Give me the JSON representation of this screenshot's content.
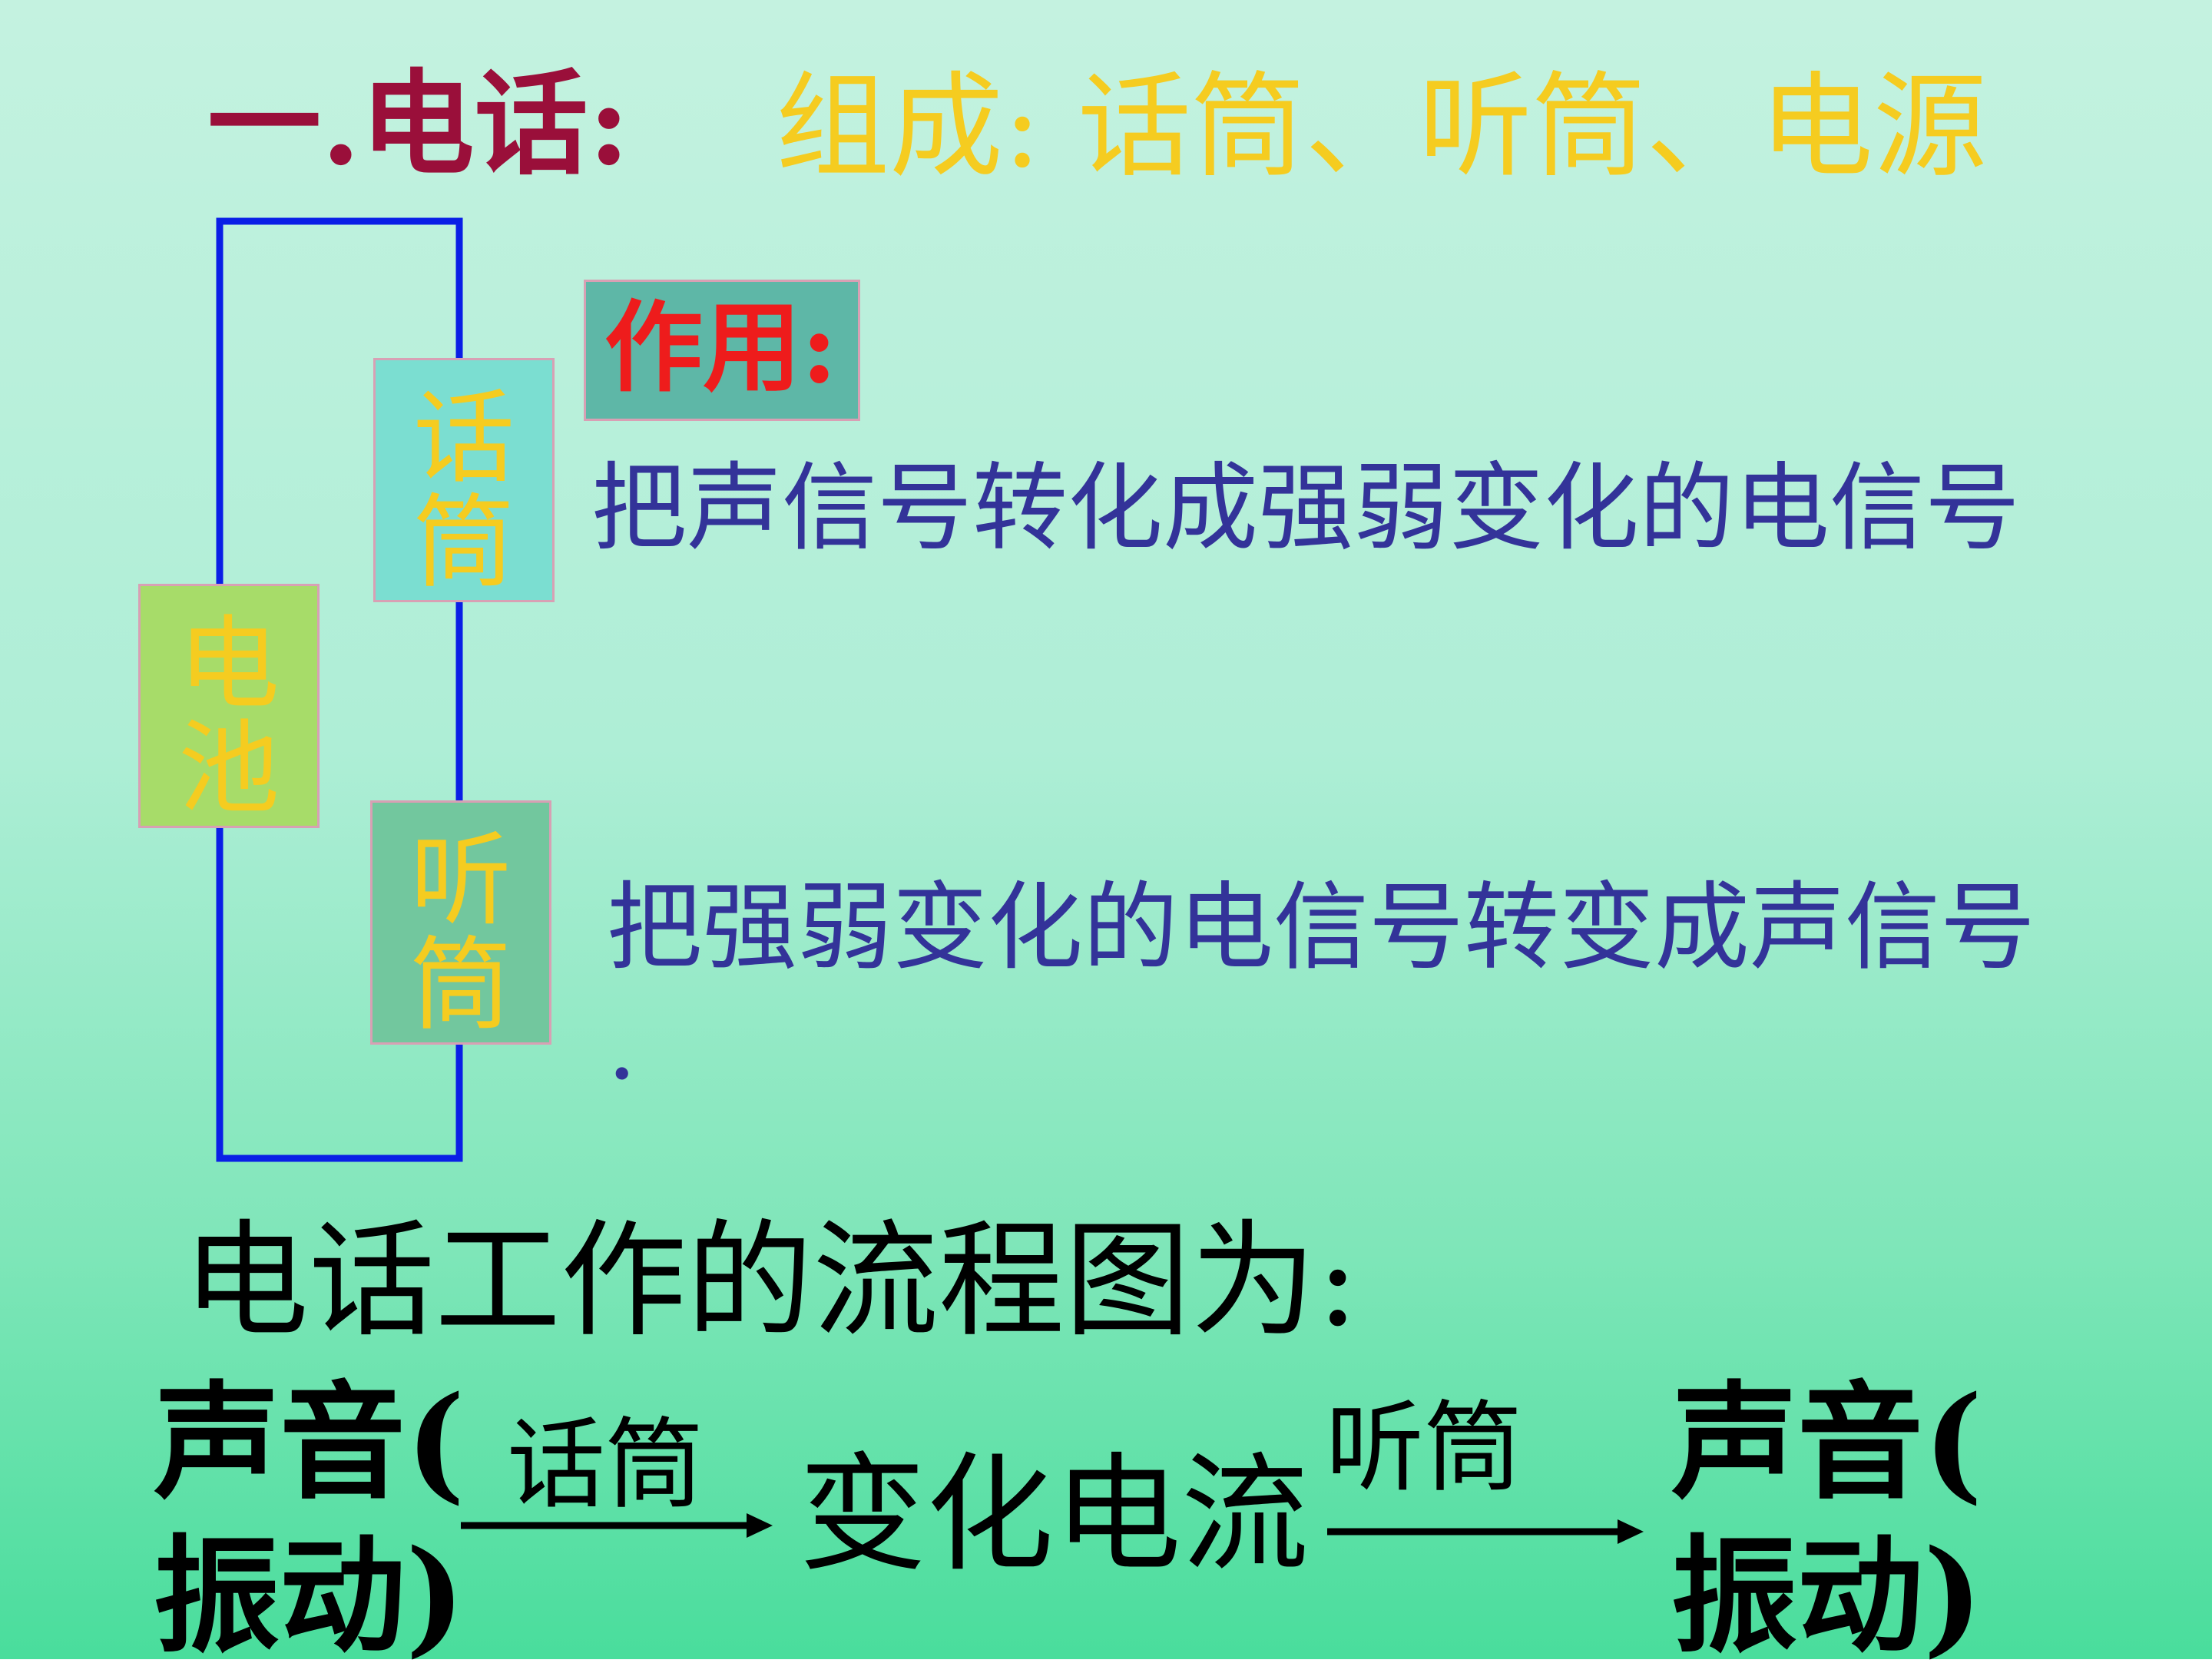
{
  "heading": {
    "title": "一.电话:",
    "composition": "组成:  话筒、听筒、电源"
  },
  "circuit": {
    "microphone": [
      "话",
      "筒"
    ],
    "battery": [
      "电",
      "池"
    ],
    "receiver": [
      "听",
      "筒"
    ]
  },
  "role": {
    "label": "作用:",
    "microphone_desc": "把声信号转化成强弱变化的电信号",
    "receiver_desc": "把强弱变化的电信号转变成声信号",
    "receiver_desc_end": "."
  },
  "flow": {
    "title": "电话工作的流程图为:",
    "source_line1": "声音(",
    "source_line2": "振动)",
    "arrow1_label": "话筒",
    "middle": "变化电流",
    "arrow2_label": "听筒",
    "target_line1": "声音(",
    "target_line2": "振动)"
  },
  "colors": {
    "wire": "#0a1fe6",
    "title": "#9a0f3a",
    "gold": "#f5cc20",
    "role_label": "#ee1c1c",
    "desc": "#333399"
  }
}
